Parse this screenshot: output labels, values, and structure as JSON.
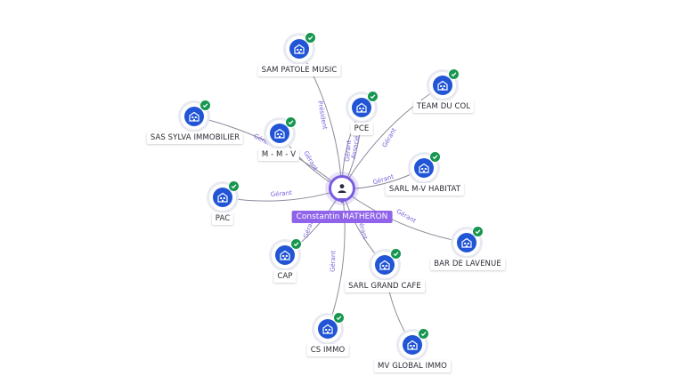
{
  "center": {
    "name": "Constantin MATHERON",
    "icon": "person-icon",
    "color": "#7b5ce0"
  },
  "colors": {
    "node": "#2155d6",
    "check": "#17964f",
    "edge_label": "#7b62d9",
    "edge": "#8c8c9c"
  },
  "nodes": [
    {
      "id": "sam-patole-music",
      "name": "SAM PATOLE MUSIC",
      "icon": "building-icon",
      "verified": true
    },
    {
      "id": "pce",
      "name": "PCE",
      "icon": "building-icon",
      "verified": true
    },
    {
      "id": "team-du-col",
      "name": "TEAM DU COL",
      "icon": "building-icon",
      "verified": true
    },
    {
      "id": "sas-sylva-immobilier",
      "name": "SAS SYLVA IMMOBILIER",
      "icon": "building-icon",
      "verified": true
    },
    {
      "id": "m-m-v",
      "name": "M - M - V",
      "icon": "building-icon",
      "verified": true
    },
    {
      "id": "sarl-m-v-habitat",
      "name": "SARL M-V HABITAT",
      "icon": "building-icon",
      "verified": true
    },
    {
      "id": "pac",
      "name": "PAC",
      "icon": "building-icon",
      "verified": true
    },
    {
      "id": "bar-de-lavenue",
      "name": "BAR DE LAVENUE",
      "icon": "building-icon",
      "verified": true
    },
    {
      "id": "cap",
      "name": "CAP",
      "icon": "building-icon",
      "verified": true
    },
    {
      "id": "sarl-grand-cafe",
      "name": "SARL GRAND CAFE",
      "icon": "building-icon",
      "verified": true
    },
    {
      "id": "cs-immo",
      "name": "CS IMMO",
      "icon": "building-icon",
      "verified": true
    },
    {
      "id": "mv-global-immo",
      "name": "MV GLOBAL IMMO",
      "icon": "building-icon",
      "verified": true
    }
  ],
  "edges": [
    {
      "to": "sam-patole-music",
      "label": "Président"
    },
    {
      "to": "pce",
      "label": "Gérant"
    },
    {
      "to": "pce",
      "label": "Associé"
    },
    {
      "to": "team-du-col",
      "label": "Gérant"
    },
    {
      "to": "sas-sylva-immobilier",
      "label": "Gérant"
    },
    {
      "to": "m-m-v",
      "label": "Gérant"
    },
    {
      "to": "sarl-m-v-habitat",
      "label": "Gérant"
    },
    {
      "to": "pac",
      "label": "Gérant"
    },
    {
      "to": "bar-de-lavenue",
      "label": "Gérant"
    },
    {
      "to": "cap",
      "label": "Gérant"
    },
    {
      "to": "sarl-grand-cafe",
      "label": "Gérant"
    },
    {
      "to": "cs-immo",
      "label": "Gérant"
    },
    {
      "from": "sarl-grand-cafe",
      "to": "mv-global-immo",
      "label": ""
    }
  ]
}
